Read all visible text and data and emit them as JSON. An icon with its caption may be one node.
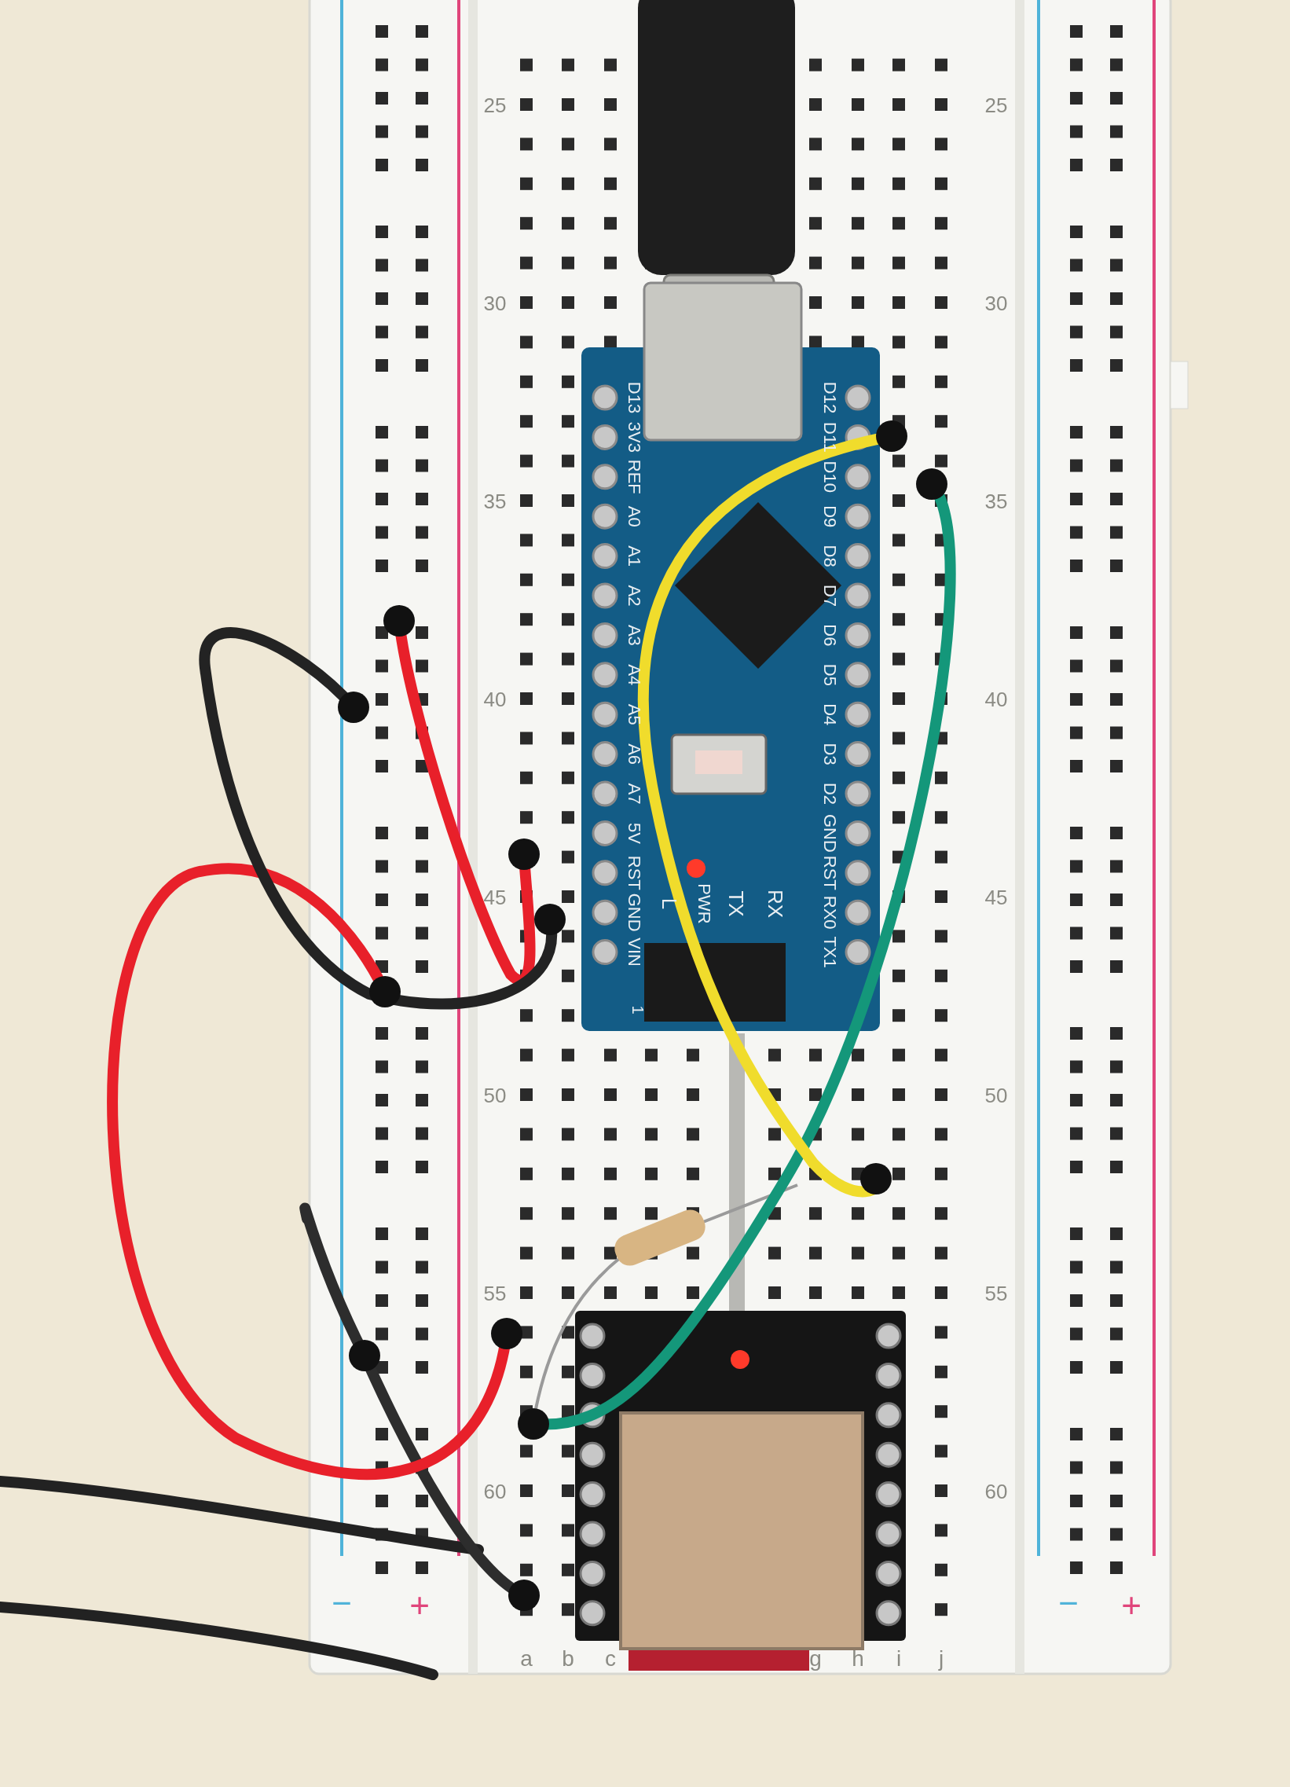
{
  "diagram": {
    "labels": [
      "25",
      "25",
      "30",
      "30",
      "35",
      "35",
      "40",
      "40",
      "45",
      "45",
      "50",
      "50",
      "55",
      "55",
      "60",
      "60",
      "D13",
      "3V3",
      "REF",
      "A0",
      "A1",
      "A2",
      "A3",
      "A4",
      "A5",
      "A6",
      "A7",
      "5V",
      "RST",
      "GND",
      "VIN",
      "D12",
      "D11",
      "D10",
      "D9",
      "D8",
      "D7",
      "D6",
      "D5",
      "D4",
      "D3",
      "D2",
      "GND",
      "RST",
      "RX0",
      "TX1",
      "L",
      "PWR",
      "TX",
      "RX",
      "1",
      "−",
      "+",
      "−",
      "+",
      "a",
      "b",
      "c",
      "g",
      "h",
      "i",
      "j"
    ]
  }
}
